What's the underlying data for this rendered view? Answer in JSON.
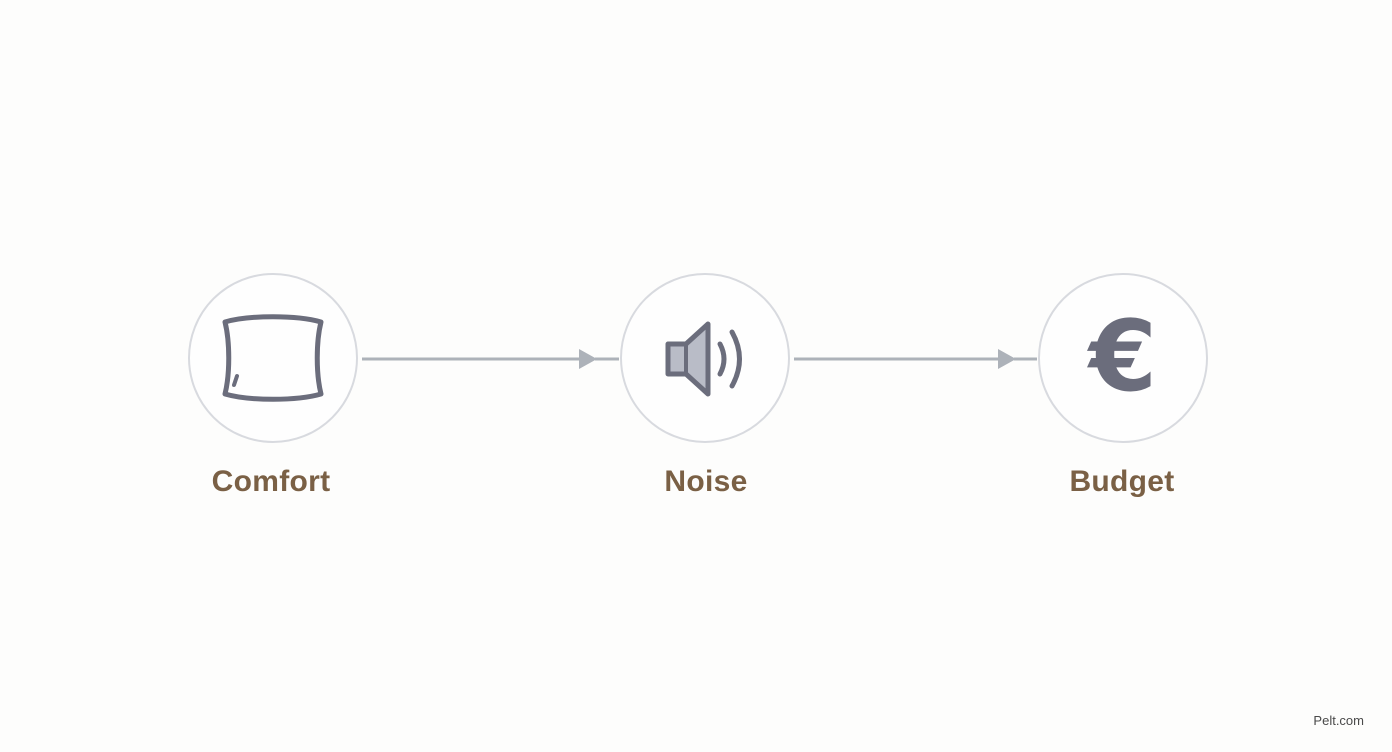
{
  "diagram": {
    "steps": [
      {
        "id": "comfort",
        "label": "Comfort",
        "icon": "pillow-icon"
      },
      {
        "id": "noise",
        "label": "Noise",
        "icon": "speaker-icon"
      },
      {
        "id": "budget",
        "label": "Budget",
        "icon": "euro-icon",
        "glyph": "€"
      }
    ],
    "connectors": [
      {
        "from": "comfort",
        "to": "noise"
      },
      {
        "from": "noise",
        "to": "budget"
      }
    ]
  },
  "watermark": "Pelt.com",
  "colors": {
    "label": "#7a6045",
    "icon": "#6b6d7c",
    "icon_fill": "#b9bcc7",
    "circle_border": "#d8dadf",
    "arrow": "#adb2b9",
    "background": "#fdfdfc"
  }
}
